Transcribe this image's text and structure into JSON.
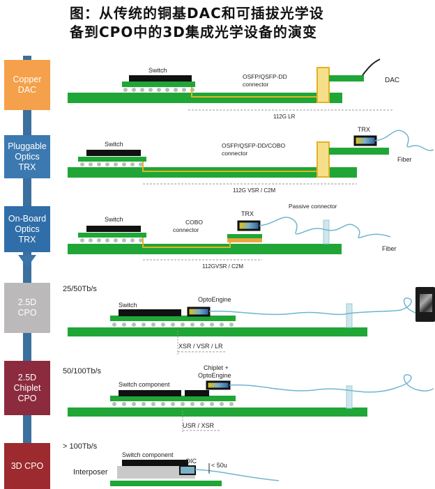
{
  "title": {
    "line1": "图：从传统的铜基DAC和可插拔光学设",
    "line2": "备到CPO中的3D集成光学设备的演变"
  },
  "stages": [
    {
      "label": "Copper\nDAC",
      "color": "#f5a04a"
    },
    {
      "label": "Pluggable\nOptics\nTRX",
      "color": "#3c79b0"
    },
    {
      "label": "On-Board\nOptics\nTRX",
      "color": "#2f6ea8"
    },
    {
      "label": "2.5D\nCPO",
      "color": "#bcb9ba"
    },
    {
      "label": "2.5D\nChiplet\nCPO",
      "color": "#8b2b3d"
    },
    {
      "label": "3D CPO",
      "color": "#9c2a2e"
    }
  ],
  "rows": {
    "dac": {
      "switch": "Switch",
      "connector": "OSFP/QSFP-DD\nconnector",
      "cable": "DAC",
      "distance": "112G LR"
    },
    "pluggable": {
      "switch": "Switch",
      "connector": "OSFP/QSFP-DD/COBO\nconnector",
      "trx": "TRX",
      "fiber": "Fiber",
      "distance": "112G VSR / C2M"
    },
    "onboard": {
      "switch": "Switch",
      "connector": "COBO\nconnector",
      "trx": "TRX",
      "passive": "Passive connector",
      "fiber": "Fiber",
      "distance": "112GVSR / C2M"
    },
    "cpo25d": {
      "bandwidth": "25/50Tb/s",
      "switch": "Switch",
      "engine": "OptoEngine",
      "distance": "XSR / VSR / LR"
    },
    "chiplet": {
      "bandwidth": "50/100Tb/s",
      "switch": "Switch component",
      "engine": "Chiplet +\nOptoEngine",
      "distance": "USR / XSR"
    },
    "cpo3d": {
      "bandwidth": "> 100Tb/s",
      "switch": "Switch component",
      "interposer": "Interposer",
      "oic": "OIC",
      "spacing": "< 50u"
    }
  },
  "colors": {
    "board": "#1fa636",
    "chip": "#111111",
    "gold": "#e2b324",
    "fiber": "#6fb5cc",
    "rail": "#3b6f9e"
  }
}
